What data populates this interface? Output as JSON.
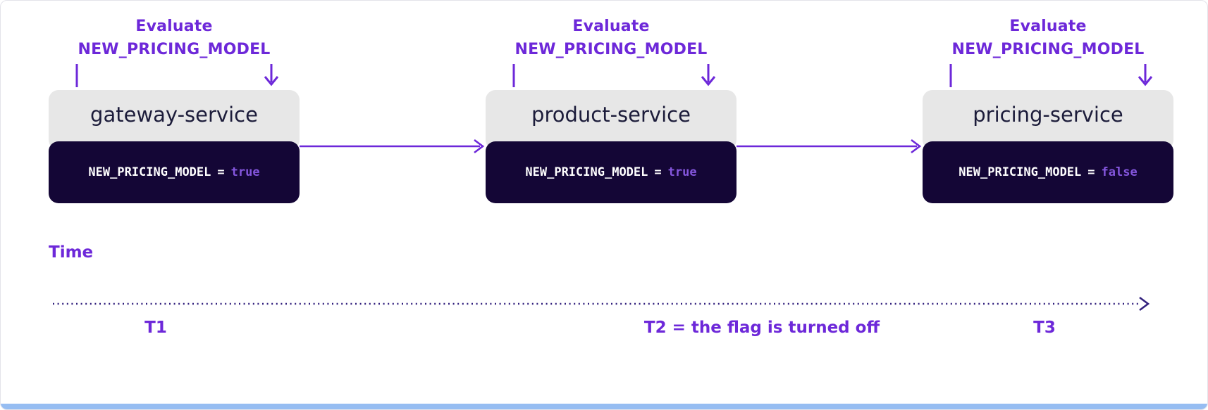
{
  "colors": {
    "accent": "#6d28d9",
    "timeline": "#32217e",
    "service_header_bg": "#e7e7e7",
    "service_name_color": "#1c1c3a",
    "code_bg": "#140636",
    "code_text": "#ffffff",
    "code_value": "#8456dd",
    "bottom_bar": "#96bdf2",
    "background": "#ffffff"
  },
  "services": [
    {
      "eval_line1": "Evaluate",
      "eval_line2": "NEW_PRICING_MODEL",
      "name": "gateway-service",
      "flag_name": "NEW_PRICING_MODEL",
      "flag_operator": "=",
      "flag_value": "true"
    },
    {
      "eval_line1": "Evaluate",
      "eval_line2": "NEW_PRICING_MODEL",
      "name": "product-service",
      "flag_name": "NEW_PRICING_MODEL",
      "flag_operator": "=",
      "flag_value": "true"
    },
    {
      "eval_line1": "Evaluate",
      "eval_line2": "NEW_PRICING_MODEL",
      "name": "pricing-service",
      "flag_name": "NEW_PRICING_MODEL",
      "flag_operator": "=",
      "flag_value": "false"
    }
  ],
  "timeline": {
    "label": "Time",
    "markers": [
      "T1",
      "T2 = the flag is turned off",
      "T3"
    ]
  }
}
